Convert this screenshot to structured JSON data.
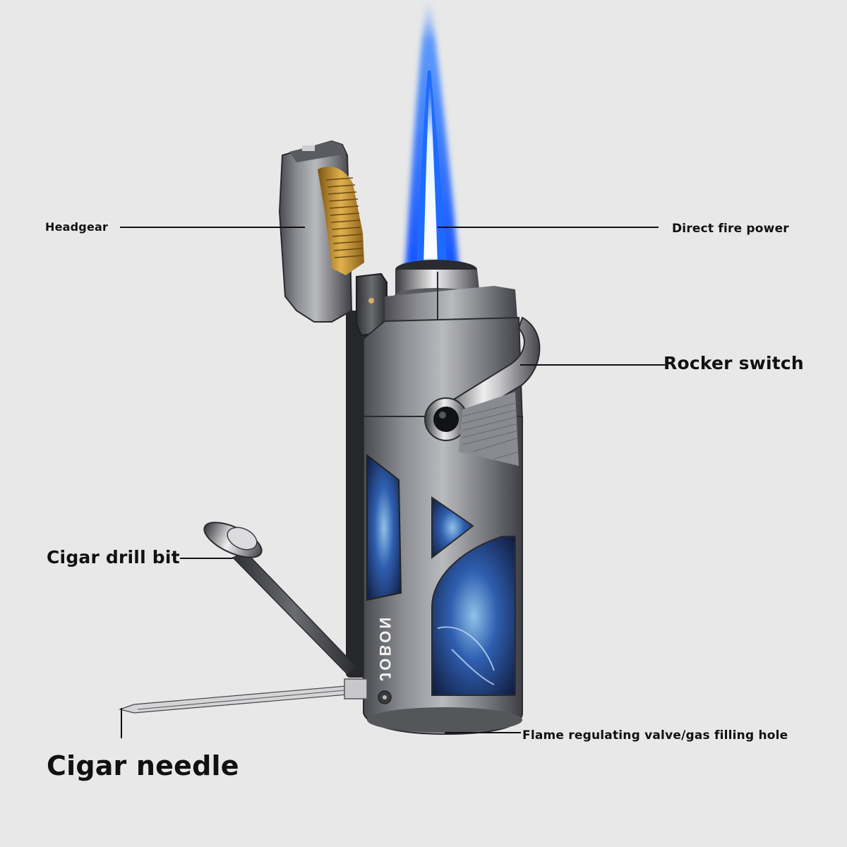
{
  "callouts": {
    "headgear": "Headgear",
    "direct_fire_power": "Direct fire power",
    "rocker_switch": "Rocker switch",
    "cigar_drill_bit": "Cigar drill bit",
    "flame_valve": "Flame regulating valve/gas filling hole",
    "cigar_needle": "Cigar needle"
  },
  "product": {
    "brand_text": "JOBON",
    "flame_color": "#1e6bff",
    "body_color": "#7a7b80",
    "accent_color": "#2a4fa8",
    "lid_insert_color": "#c99a3a"
  },
  "colors": {
    "background": "#e8e8e8",
    "text": "#111111"
  }
}
